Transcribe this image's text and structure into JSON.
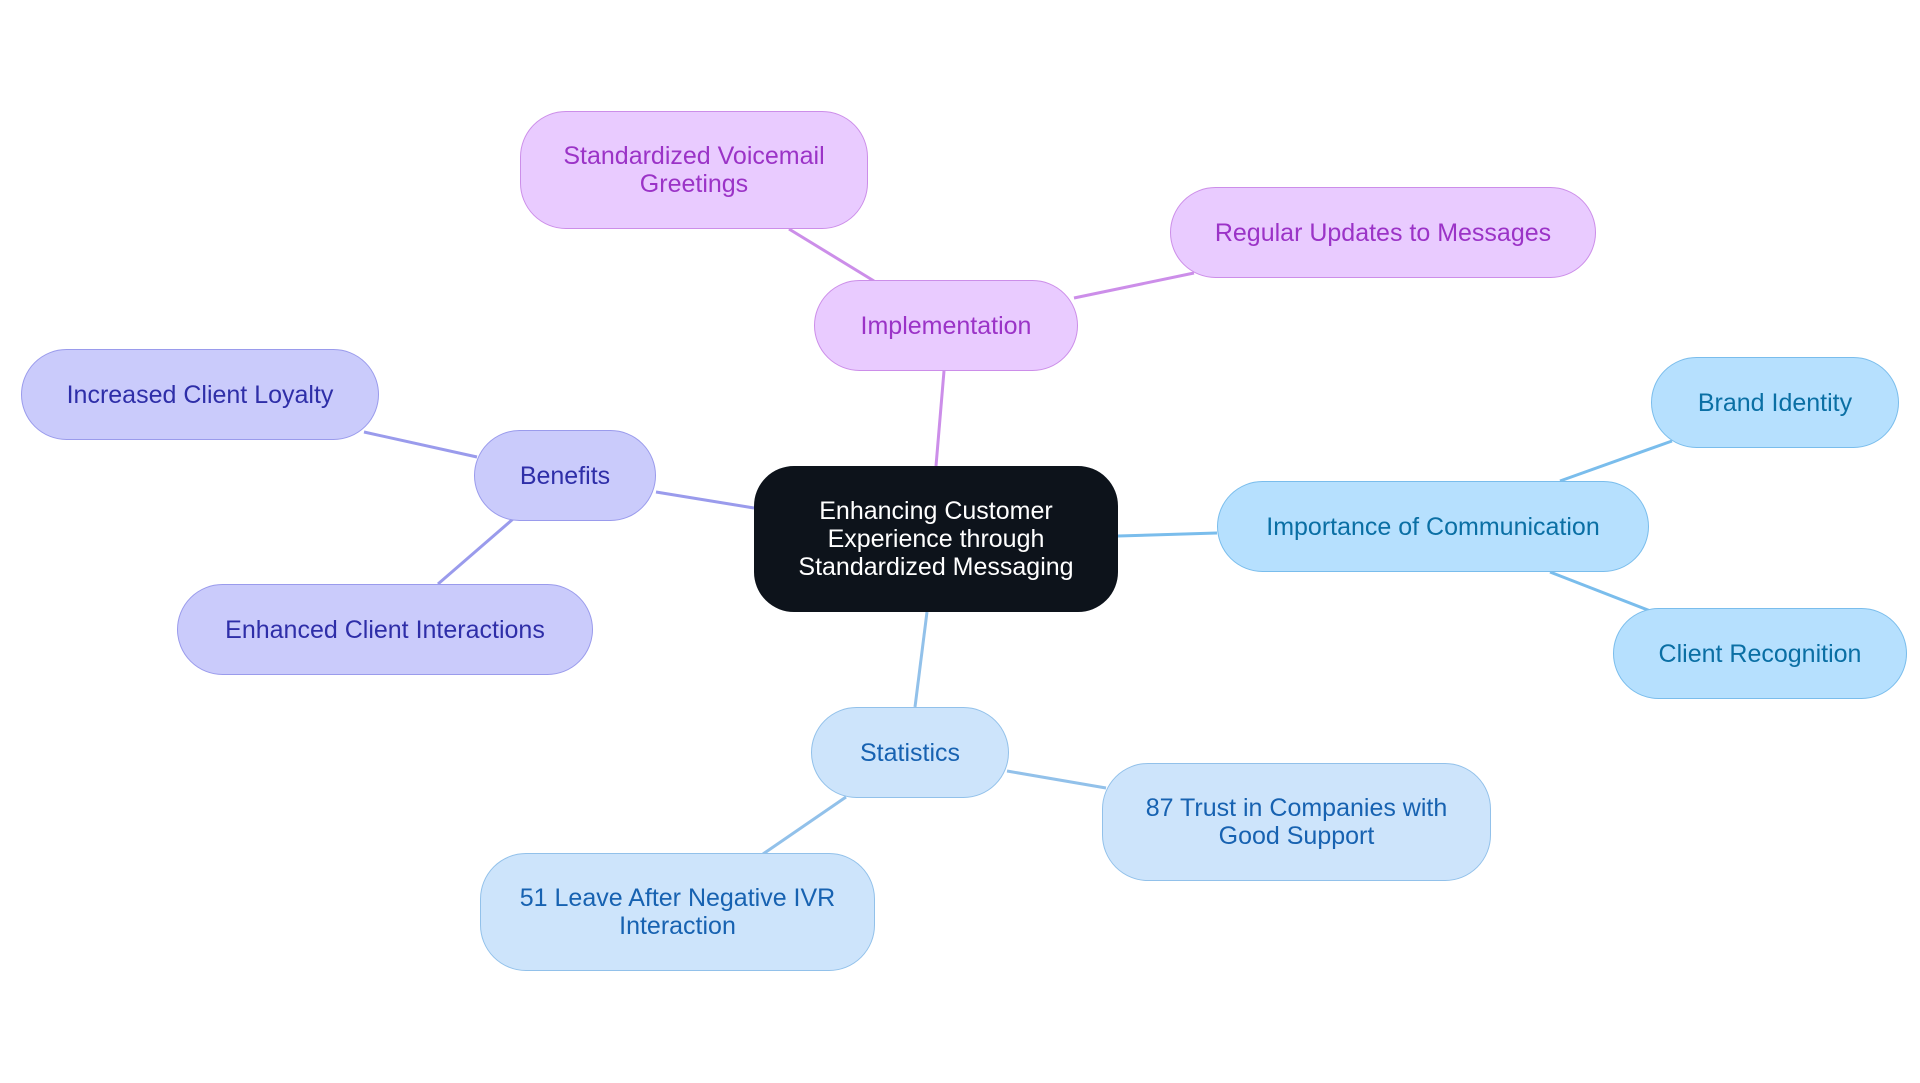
{
  "diagram": {
    "type": "mind-map",
    "root": {
      "lines": [
        "Enhancing Customer",
        "Experience through",
        "Standardized Messaging"
      ]
    },
    "branches": {
      "implementation": {
        "label": "Implementation",
        "color": "#cc8ee9",
        "children": [
          {
            "lines": [
              "Standardized Voicemail",
              "Greetings"
            ]
          },
          {
            "lines": [
              "Regular Updates to Messages"
            ]
          }
        ]
      },
      "benefits": {
        "label": "Benefits",
        "color": "#9a9bec",
        "children": [
          {
            "lines": [
              "Increased Client Loyalty"
            ]
          },
          {
            "lines": [
              "Enhanced Client Interactions"
            ]
          }
        ]
      },
      "communication": {
        "label": "Importance of Communication",
        "color": "#7abdec",
        "children": [
          {
            "lines": [
              "Brand Identity"
            ]
          },
          {
            "lines": [
              "Client Recognition"
            ]
          }
        ]
      },
      "statistics": {
        "label": "Statistics",
        "color": "#92c1ea",
        "children": [
          {
            "lines": [
              "87 Trust in Companies with",
              "Good Support"
            ]
          },
          {
            "lines": [
              "51 Leave After Negative IVR",
              "Interaction"
            ]
          }
        ]
      }
    },
    "colors": {
      "root_fill": "#0d131b",
      "implementation_fill": "#e9cbff",
      "benefits_fill": "#cacbfb",
      "communication_fill": "#b6e0fe",
      "statistics_fill": "#cde4fb"
    }
  }
}
